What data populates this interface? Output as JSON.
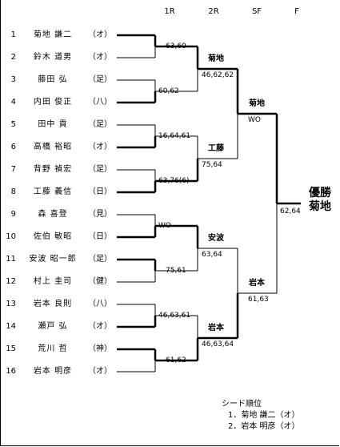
{
  "rounds": [
    "1R",
    "2R",
    "SF",
    "F"
  ],
  "players": [
    {
      "no": "1",
      "name": "菊地 謙二",
      "team": "（オ）"
    },
    {
      "no": "2",
      "name": "鈴木 道男",
      "team": "（オ）"
    },
    {
      "no": "3",
      "name": "藤田 弘",
      "team": "（足）"
    },
    {
      "no": "4",
      "name": "内田 俊正",
      "team": "（八）"
    },
    {
      "no": "5",
      "name": "田中 貢",
      "team": "（足）"
    },
    {
      "no": "6",
      "name": "高橋 裕昭",
      "team": "（オ）"
    },
    {
      "no": "7",
      "name": "背野 禎宏",
      "team": "（足）"
    },
    {
      "no": "8",
      "name": "工藤 義信",
      "team": "（日）"
    },
    {
      "no": "9",
      "name": "森 喜登",
      "team": "（見）"
    },
    {
      "no": "10",
      "name": "佐伯 敏昭",
      "team": "（日）"
    },
    {
      "no": "11",
      "name": "安波 昭一郎",
      "team": "（足）"
    },
    {
      "no": "12",
      "name": "村上 圭司",
      "team": "（健）"
    },
    {
      "no": "13",
      "name": "岩本 良則",
      "team": "（八）"
    },
    {
      "no": "14",
      "name": "瀬戸 弘",
      "team": "（オ）"
    },
    {
      "no": "15",
      "name": "荒川 哲",
      "team": "（神）"
    },
    {
      "no": "16",
      "name": "岩本 明彦",
      "team": "（オ）"
    }
  ],
  "r1_scores": [
    "63,60",
    "60,62",
    "16,64,61",
    "63,76(6)",
    "WO",
    "75,61",
    "46,63,61",
    "61,62"
  ],
  "r2": [
    {
      "winner": "菊地",
      "score": "46,62,62"
    },
    {
      "winner": "工藤",
      "score": "75,64"
    },
    {
      "winner": "安波",
      "score": "63,64"
    },
    {
      "winner": "岩本",
      "score": "46,63,64"
    }
  ],
  "sf": [
    {
      "winner": "菊地",
      "score": "WO"
    },
    {
      "winner": "岩本",
      "score": "61,63"
    }
  ],
  "final": {
    "score": "62,64",
    "champion_label": "優勝",
    "champion": "菊地"
  },
  "seeds": {
    "title": "シード順位",
    "lines": [
      "1．菊地 謙二（オ）",
      "2．岩本 明彦（オ）"
    ]
  },
  "line_color": "#000000"
}
